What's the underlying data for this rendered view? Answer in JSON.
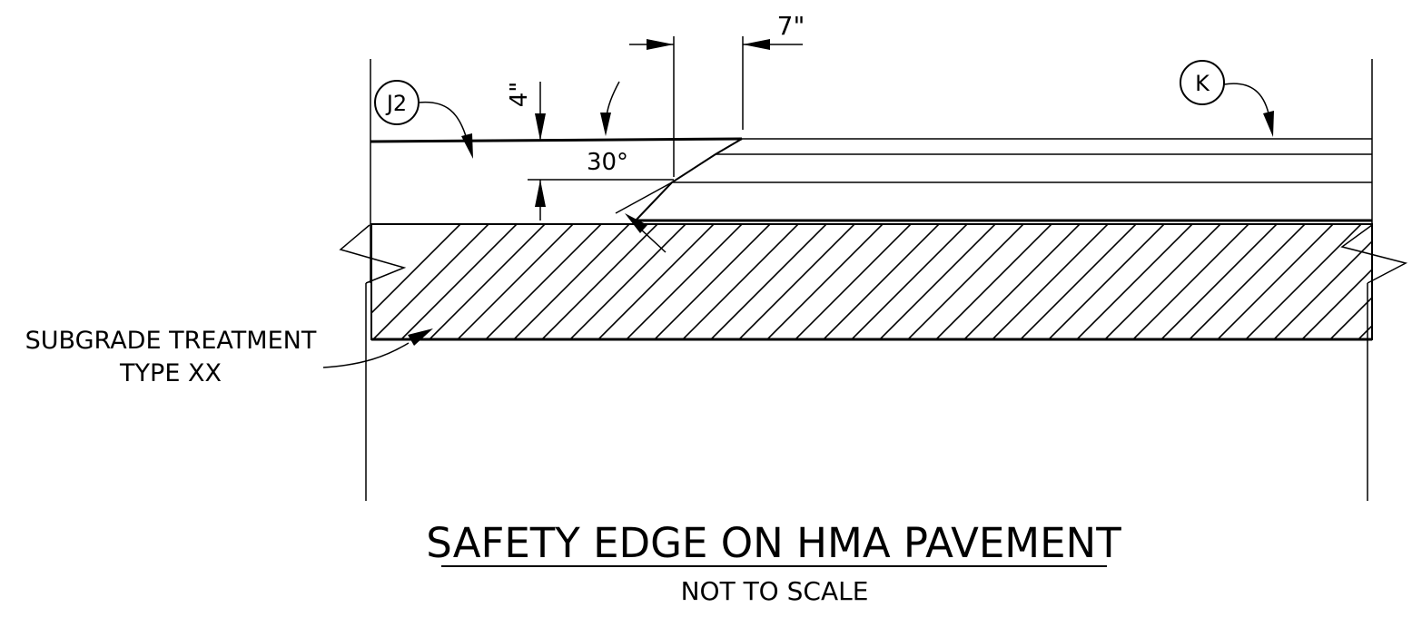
{
  "title": "SAFETY EDGE ON HMA PAVEMENT",
  "subtitle": "NOT TO SCALE",
  "callouts": {
    "j2": "J2",
    "k": "K"
  },
  "dimensions": {
    "width": "7\"",
    "depth": "4\"",
    "angle": "30°"
  },
  "labels": {
    "subgrade_line1": "SUBGRADE TREATMENT",
    "subgrade_line2": "TYPE XX"
  }
}
